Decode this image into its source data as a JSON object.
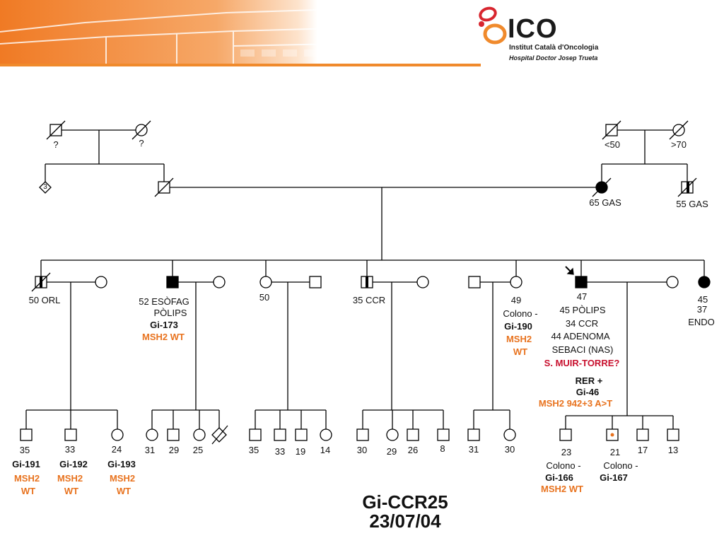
{
  "logo": {
    "name": "ICO",
    "line1": "Institut Català d'Oncologia",
    "line2": "Hospital Doctor Josep Trueta"
  },
  "caption": {
    "family_id": "Gi-CCR25",
    "date": "23/07/04"
  },
  "colors": {
    "orange": "#e8731f",
    "red": "#c8102e",
    "banner": "#f08a2c"
  },
  "gen1": {
    "gp1_label": "?",
    "gp2_label": "?",
    "gp3_label": "<50",
    "gp4_label": ">70"
  },
  "gen2": {
    "sibling_count": "3",
    "mother_label": "65 GAS",
    "aunt_label": "55 GAS"
  },
  "gen3": {
    "c1": "50 ORL",
    "c2a": "52 ESÒFAG",
    "c2b": "PÒLIPS",
    "c2c": "Gi-173",
    "c2d": "MSH2 WT",
    "c3": "50",
    "c4": "35 CCR",
    "c5a": "49",
    "c5b": "Colono -",
    "c5c": "Gi-190",
    "c5d": "MSH2",
    "c5e": "WT",
    "c6a": "47",
    "c6b": "45 PÒLIPS",
    "c6c": "34 CCR",
    "c6d": "44 ADENOMA",
    "c6e": "SEBACI (NAS)",
    "c6f": "S. MUIR-TORRE?",
    "c6g": "RER +",
    "c6h": "Gi-46",
    "c6i": "MSH2 942+3 A>T",
    "c7a": "45",
    "c7b": "37",
    "c7c": "ENDO"
  },
  "gen4": {
    "g1_ages": [
      "35",
      "33",
      "24"
    ],
    "g1_ids": [
      "Gi-191",
      "Gi-192",
      "Gi-193"
    ],
    "g1_res1": [
      "MSH2",
      "MSH2",
      "MSH2"
    ],
    "g1_res2": [
      "WT",
      "WT",
      "WT"
    ],
    "g2_ages": [
      "31",
      "29",
      "25"
    ],
    "g3_ages": [
      "35",
      "33",
      "19",
      "14"
    ],
    "g4_ages": [
      "30",
      "29",
      "26",
      "8"
    ],
    "g5_ages": [
      "31",
      "30"
    ],
    "g6_ages": [
      "23",
      "21",
      "17",
      "13"
    ],
    "g6_colono1": "Colono -",
    "g6_colono2": "Colono  -",
    "g6_id1": "Gi-166",
    "g6_id2": "Gi-167",
    "g6_res1": "MSH2 WT"
  }
}
